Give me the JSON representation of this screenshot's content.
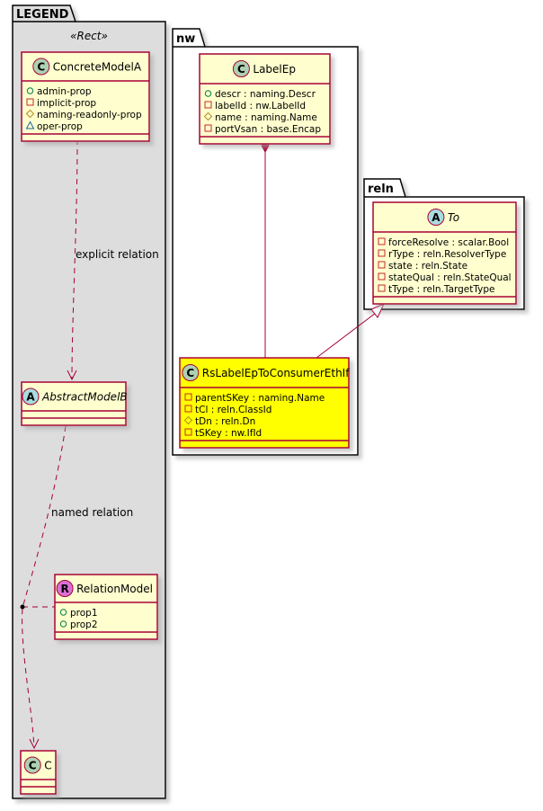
{
  "packages": {
    "legend": {
      "name": "LEGEND",
      "stereotype": "«Rect»"
    },
    "nw": {
      "name": "nw"
    },
    "reln": {
      "name": "reln"
    }
  },
  "classes": {
    "concrete_model_a": {
      "kind": "C",
      "name": "ConcreteModelA",
      "attributes": [
        {
          "vis": "public",
          "text": "admin-prop"
        },
        {
          "vis": "private",
          "text": "implicit-prop"
        },
        {
          "vis": "protected",
          "text": "naming-readonly-prop"
        },
        {
          "vis": "package",
          "text": "oper-prop"
        }
      ]
    },
    "abstract_model_b": {
      "kind": "A",
      "name": "AbstractModelB",
      "attributes": []
    },
    "relation_model": {
      "kind": "R",
      "name": "RelationModel",
      "attributes": [
        {
          "vis": "public",
          "text": "prop1"
        },
        {
          "vis": "public",
          "text": "prop2"
        }
      ]
    },
    "c": {
      "kind": "C",
      "name": "C",
      "attributes": []
    },
    "label_ep": {
      "kind": "C",
      "name": "LabelEp",
      "attributes": [
        {
          "vis": "public",
          "text": "descr : naming.Descr"
        },
        {
          "vis": "private",
          "text": "labelId : nw.LabelId"
        },
        {
          "vis": "protected",
          "text": "name : naming.Name"
        },
        {
          "vis": "private",
          "text": "portVsan : base.Encap"
        }
      ]
    },
    "rs_label_ep": {
      "kind": "C",
      "name": "RsLabelEpToConsumerEthIf",
      "attributes": [
        {
          "vis": "private",
          "text": "parentSKey : naming.Name"
        },
        {
          "vis": "private",
          "text": "tCl : reln.ClassId"
        },
        {
          "vis": "protected",
          "text": "tDn : reln.Dn"
        },
        {
          "vis": "private",
          "text": "tSKey : nw.IfId"
        }
      ]
    },
    "to": {
      "kind": "A",
      "name": "To",
      "attributes": [
        {
          "vis": "private",
          "text": "forceResolve : scalar.Bool"
        },
        {
          "vis": "private",
          "text": "rType : reln.ResolverType"
        },
        {
          "vis": "private",
          "text": "state : reln.State"
        },
        {
          "vis": "private",
          "text": "stateQual : reln.StateQual"
        },
        {
          "vis": "private",
          "text": "tType : reln.TargetType"
        }
      ]
    }
  },
  "relations": {
    "explicit": "explicit relation",
    "named": "named relation"
  },
  "colors": {
    "class_fill": "#fefece",
    "highlight_fill": "#ffff00",
    "border": "#a80036",
    "package_legend_fill": "#dddddd",
    "icon_c": "#add1b2",
    "icon_a": "#a9dcdf",
    "icon_r": "#da70d6"
  }
}
